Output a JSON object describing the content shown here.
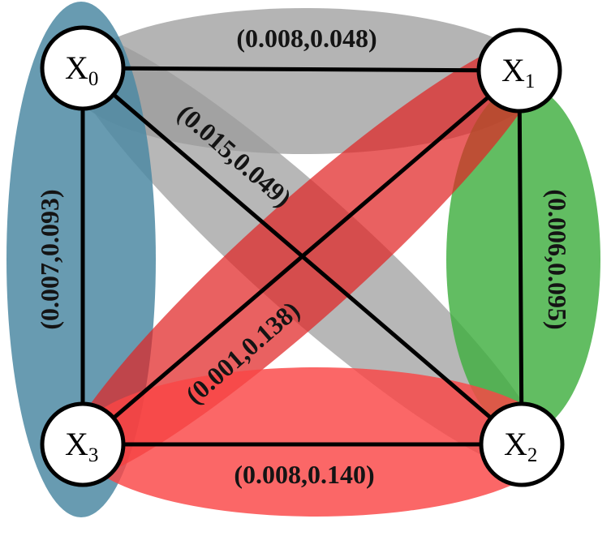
{
  "nodes": [
    {
      "id": "x0",
      "letter": "X",
      "index": "0"
    },
    {
      "id": "x1",
      "letter": "X",
      "index": "1"
    },
    {
      "id": "x2",
      "letter": "X",
      "index": "2"
    },
    {
      "id": "x3",
      "letter": "X",
      "index": "3"
    }
  ],
  "edges": {
    "x0_x1": "(0.008,0.048)",
    "x0_x2": "(0.015,0.049)",
    "x1_x2": "(0.006,0.095)",
    "x0_x3": "(0.007,0.093)",
    "x1_x3": "(0.001,0.138)",
    "x3_x2": "(0.008,0.140)"
  },
  "colors": {
    "top_band": "#9b9b9b",
    "diagonal_gray_band": "#9b9b9b",
    "left_band": "#4d89a3",
    "right_band": "#3fae3f",
    "diagonal_red_band": "#e02424",
    "bottom_band": "#fa4545"
  }
}
